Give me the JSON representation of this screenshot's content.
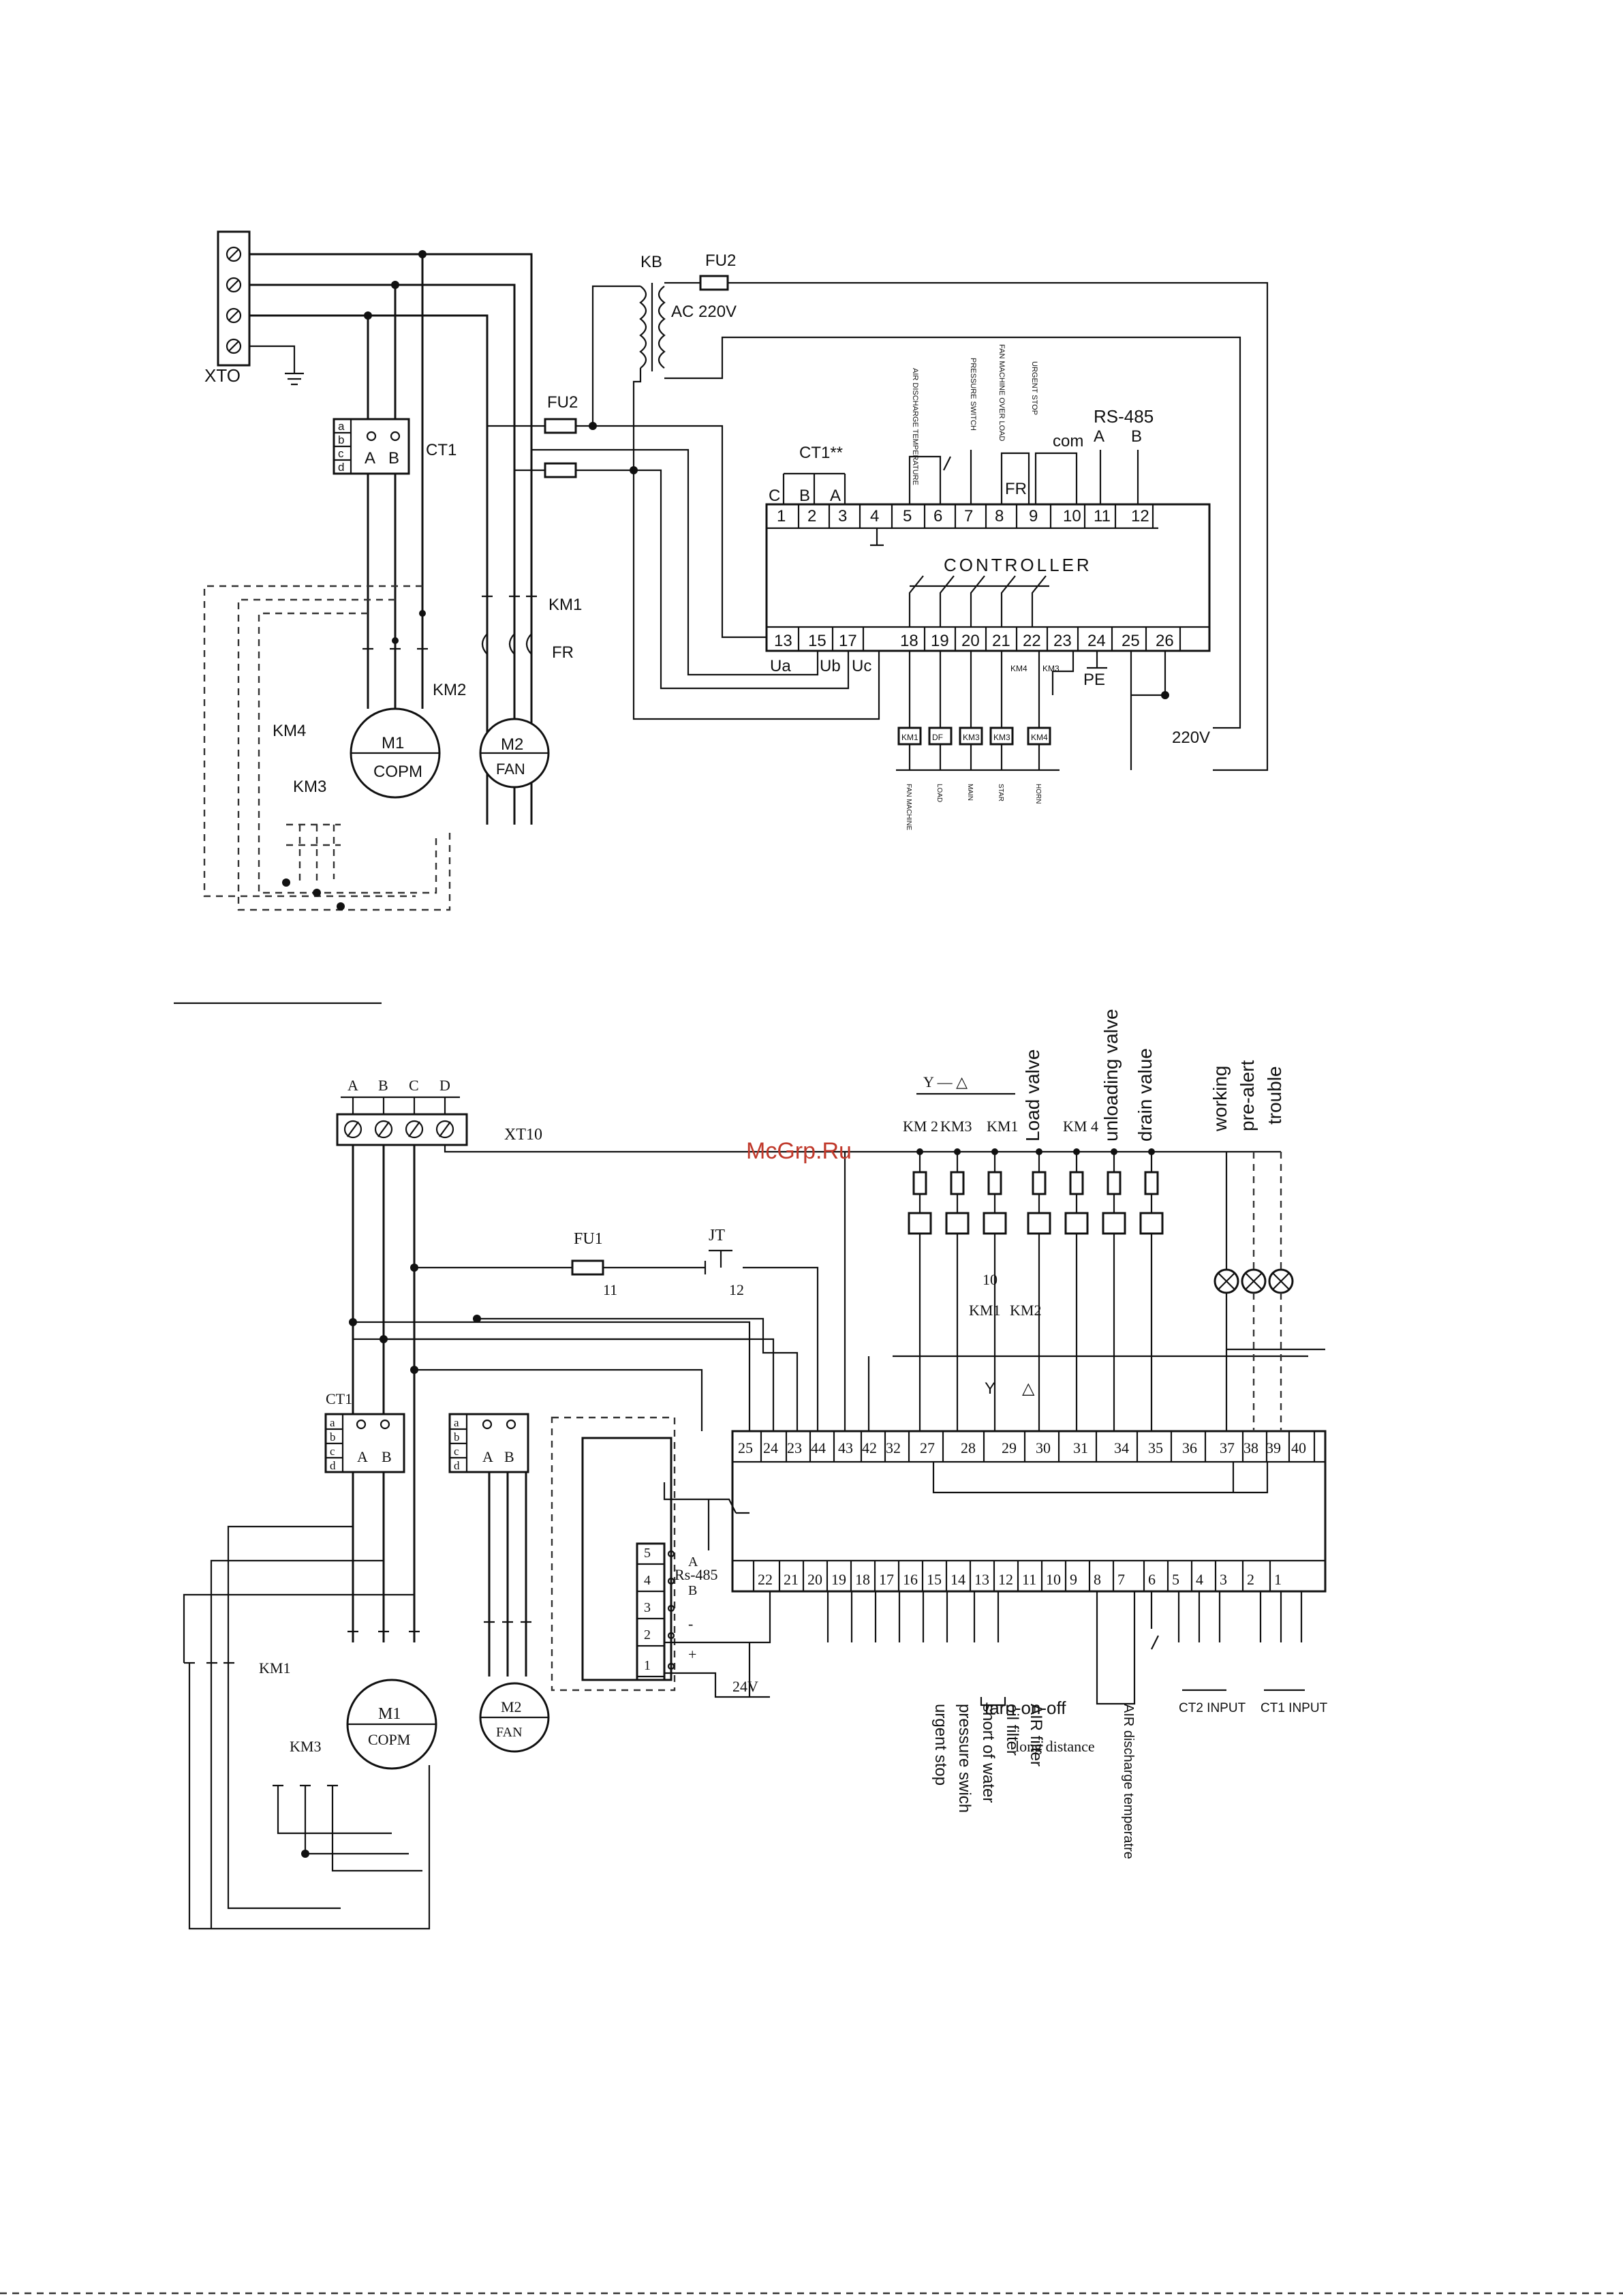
{
  "watermark": "McGrp.Ru",
  "top_diagram": {
    "terminal_block": "XTO",
    "transformer": "KB",
    "transformer_voltage": "AC 220V",
    "fuse_a": "FU2",
    "fuse_b": "FU2",
    "ct_label": "CT1",
    "ct_letters": [
      "a",
      "b",
      "c",
      "d"
    ],
    "ct_out_a": "A",
    "ct_out_b": "B",
    "controller_title": "CONTROLLER",
    "top_terminals": [
      "1",
      "2",
      "3",
      "4",
      "5",
      "6",
      "7",
      "8",
      "9",
      "10",
      "11",
      "12"
    ],
    "bottom_terminals": [
      "13",
      "15",
      "17",
      "18",
      "19",
      "20",
      "21",
      "22",
      "23",
      "24",
      "25",
      "26"
    ],
    "ct_input_label": "CT1**",
    "ct_input_letters": [
      "C",
      "B",
      "A"
    ],
    "rs485": "RS-485",
    "rs485_a": "A",
    "rs485_b": "B",
    "com": "com",
    "fr": "FR",
    "sensor_labels": [
      "AIR DISCHARGE TEMPERATURE",
      "PRESSURE SWITCH",
      "FAN MACHINE OVER LOAD",
      "URGENT STOP"
    ],
    "ua": "Ua",
    "ub": "Ub",
    "uc": "Uc",
    "pe": "PE",
    "v220": "220V",
    "coil_boxes": [
      "KM1",
      "DF",
      "KM3",
      "KM3",
      "KM4"
    ],
    "contact_labels": [
      "KM4",
      "KM3"
    ],
    "coil_names": [
      "FAN MACHINE",
      "LOAD",
      "MAIN",
      "STAR",
      "HORN"
    ],
    "km1": "KM1",
    "fr2": "FR",
    "km2": "KM2",
    "km4": "KM4",
    "km3": "KM3",
    "m1": "M1",
    "m1_sub": "COPM",
    "m2": "M2",
    "m2_sub": "FAN"
  },
  "bottom_diagram": {
    "phases": [
      "A",
      "B",
      "C",
      "D"
    ],
    "terminal_block": "XT10",
    "fu1": "FU1",
    "fu1_num": "11",
    "jt": "JT",
    "jt_num": "12",
    "ydelta": "Y — △",
    "coil_labels": [
      "KM 2",
      "KM3",
      "KM1",
      "KM 4"
    ],
    "output_labels": [
      "Load valve",
      "unloading valve",
      "drain value",
      "working",
      "pre-alert",
      "trouble"
    ],
    "contact_num": "10",
    "contact_km1": "KM1",
    "contact_km2": "KM2",
    "y_mark": "Y",
    "delta_mark": "△",
    "top_terminals": [
      "25",
      "24",
      "23",
      "44",
      "43",
      "42",
      "32",
      "27",
      "28",
      "29",
      "30",
      "31",
      "34",
      "35",
      "36",
      "37",
      "38",
      "39",
      "40"
    ],
    "bottom_terminals": [
      "22",
      "21",
      "20",
      "19",
      "18",
      "17",
      "16",
      "15",
      "14",
      "13",
      "12",
      "11",
      "10",
      "9",
      "8",
      "7",
      "6",
      "5",
      "4",
      "3",
      "2",
      "1"
    ],
    "rs485": "Rs-485",
    "rs_a": "A",
    "rs_b": "B",
    "conn_pins": [
      "5",
      "4",
      "3",
      "2",
      "1"
    ],
    "minus": "-",
    "plus": "+",
    "v24": "24V",
    "ct1": "CT1",
    "ct_letters": [
      "a",
      "b",
      "c",
      "d"
    ],
    "ct_a": "A",
    "ct_b": "B",
    "ct2_letters": [
      "a",
      "b",
      "c",
      "d"
    ],
    "ct2_a": "A",
    "ct2_b": "B",
    "m1": "M1",
    "m1_sub": "COPM",
    "m2": "M2",
    "m2_sub": "FAN",
    "km1": "KM1",
    "km3": "KM3",
    "input_labels": [
      "urgent stop",
      "pressure swich",
      "short of water",
      "oil filter",
      "AIR filter"
    ],
    "tarn": "tarn-on-off",
    "long_distance": "long distance",
    "air_temp": "AIR discharge temperatre",
    "ct2_input": "CT2 INPUT",
    "ct1_input": "CT1 INPUT"
  }
}
